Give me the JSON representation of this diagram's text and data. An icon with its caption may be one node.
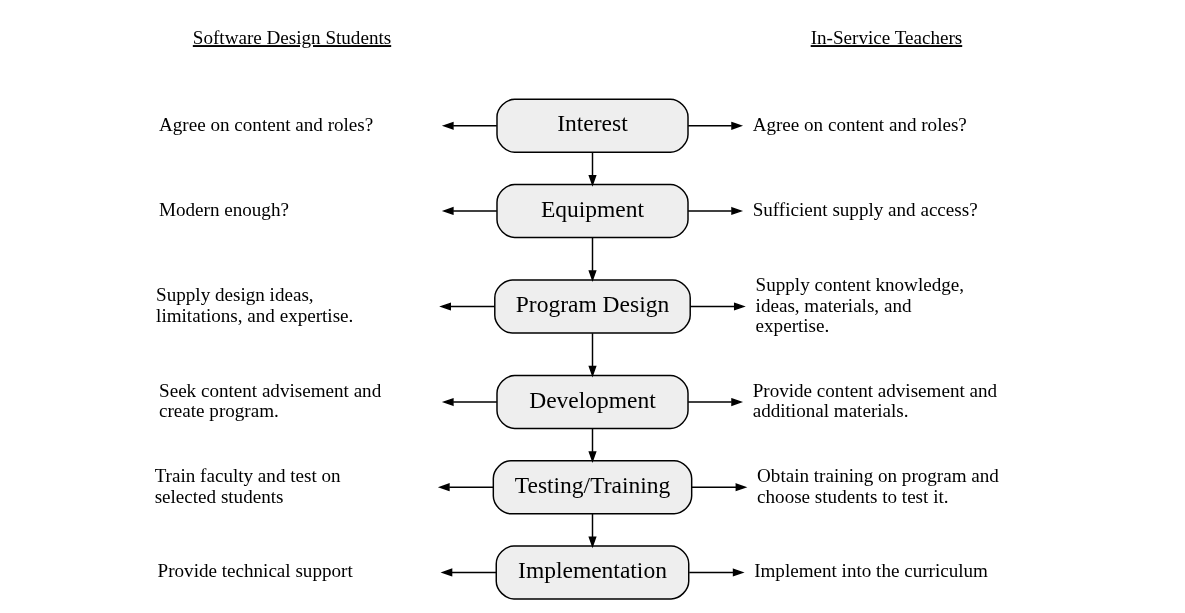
{
  "diagram": {
    "nodes": [
      {
        "text": [
          "Agree on content and roles?"
        ]
      },
      {
        "text": [
          "Interest"
        ]
      },
      {
        "text": [
          "Agree on content and roles?"
        ]
      },
      {
        "text": [
          "Modern enough?"
        ]
      },
      {
        "text": [
          "Equipment"
        ]
      },
      {
        "text": [
          "Sufficient supply and access?"
        ]
      },
      {
        "text": [
          "Supply design ideas, limitations, and expertise."
        ]
      },
      {
        "text": [
          "Program Design"
        ]
      },
      {
        "text": [
          "Supply content knowledge, ideas, materials, and expertise."
        ]
      },
      {
        "text": [
          "Seek content advisement and create program."
        ]
      },
      {
        "text": [
          "Development"
        ]
      },
      {
        "text": [
          "Provide content advisement and additional materials."
        ]
      },
      {
        "text": [
          "Train faculty and test on selected students"
        ]
      },
      {
        "text": [
          "Testing/Training"
        ]
      },
      {
        "text": [
          "Obtain training on program and choose students to test it."
        ]
      },
      {
        "text": [
          "Provide technical support"
        ]
      },
      {
        "text": [
          "Implementation"
        ]
      },
      {
        "text": [
          "Implement into the curriculum"
        ]
      }
    ],
    "edges": [
      {
        "from": 1,
        "to": 0,
        "arrow": "to"
      },
      {
        "from": 1,
        "to": 2,
        "arrow": "to"
      },
      {
        "from": 1,
        "to": 4,
        "arrow": "to"
      },
      {
        "from": 4,
        "to": 3,
        "arrow": "to"
      },
      {
        "from": 4,
        "to": 5,
        "arrow": "to"
      },
      {
        "from": 4,
        "to": 7,
        "arrow": "to"
      },
      {
        "from": 7,
        "to": 6,
        "arrow": "to"
      },
      {
        "from": 7,
        "to": 8,
        "arrow": "to"
      },
      {
        "from": 7,
        "to": 10,
        "arrow": "to"
      },
      {
        "from": 10,
        "to": 9,
        "arrow": "to"
      },
      {
        "from": 10,
        "to": 11,
        "arrow": "to"
      },
      {
        "from": 10,
        "to": 13,
        "arrow": "to"
      },
      {
        "from": 13,
        "to": 12,
        "arrow": "to"
      },
      {
        "from": 13,
        "to": 14,
        "arrow": "to"
      },
      {
        "from": 13,
        "to": 16,
        "arrow": "to"
      },
      {
        "from": 16,
        "to": 15,
        "arrow": "to"
      },
      {
        "from": 16,
        "to": 17,
        "arrow": "to"
      }
    ],
    "labels": [
      "Software Design Students",
      "In-Service Teachers"
    ]
  }
}
